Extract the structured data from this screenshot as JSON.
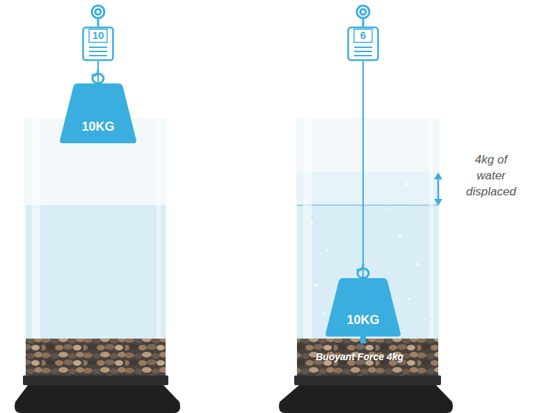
{
  "diagram": {
    "nodes": [
      {
        "text": [
          "10"
        ]
      },
      {
        "text": [
          "10KG"
        ]
      },
      {
        "text": [
          "6"
        ]
      },
      {
        "text": [
          "10KG"
        ]
      }
    ],
    "edges": [
      {
        "from": 0,
        "to": 1,
        "arrow": "none"
      },
      {
        "from": 2,
        "to": 3,
        "arrow": "none"
      }
    ],
    "labels": [
      "4kg of water displaced",
      "Buoyant Force 4kg"
    ]
  }
}
